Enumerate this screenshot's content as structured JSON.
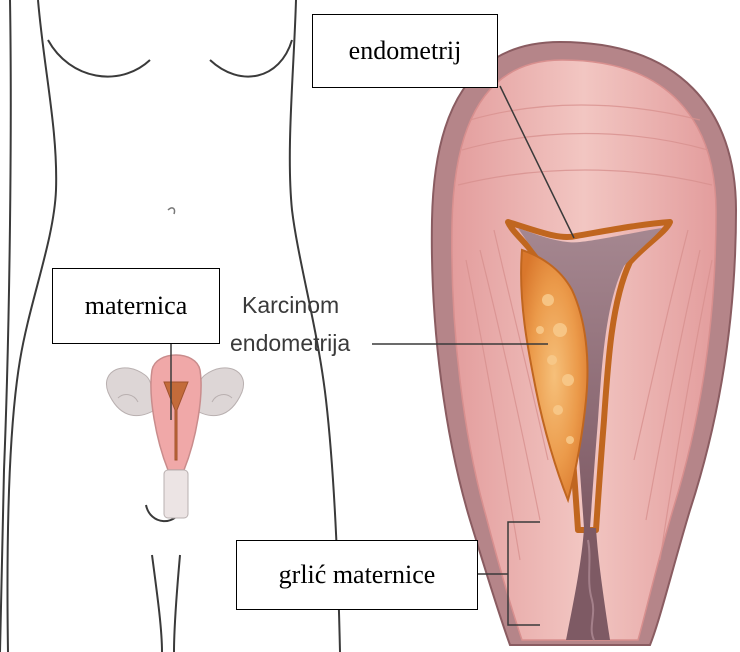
{
  "labels": {
    "endometrij": "endometrij",
    "maternica": "maternica",
    "grlic_maternice": "grlić maternice",
    "karcinom_line1": "Karcinom",
    "karcinom_line2": "endometrija"
  },
  "colors": {
    "outline": "#3a3a3a",
    "uterus_outer": "#b7868a",
    "uterus_outer_dark": "#8f5e63",
    "uterus_wall": "#e8a9a8",
    "uterus_wall_light": "#f1c3c0",
    "cavity": "#8f6a73",
    "endometrium_line": "#c0661f",
    "tumor": "#e58a3a",
    "tumor_light": "#f3b16a",
    "small_uterus": "#f0a8a8",
    "ovary_gray": "#d9d4d4"
  }
}
